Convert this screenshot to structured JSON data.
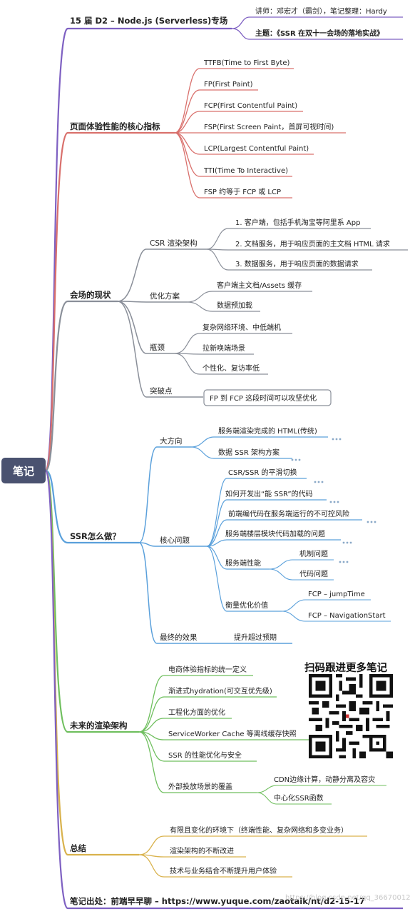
{
  "colors": {
    "root": "#4a5270",
    "header": "#7e60c2",
    "metrics": "#d9706c",
    "status": "#8a8f99",
    "ssr": "#5aa0db",
    "future": "#6fbf5e",
    "summary": "#d9b24c"
  },
  "root": {
    "label": "笔记"
  },
  "header": {
    "title": "15 届 D2 – Node.js (Serverless)专场",
    "speaker": "讲师：邓宏才（霸剑），笔记整理：Hardy",
    "topic": "主题：《SSR 在双十一会场的落地实战》"
  },
  "branches": {
    "metrics": {
      "label": "页面体验性能的核心指标",
      "items": [
        "TTFB(Time to First Byte)",
        "FP(First Paint)",
        "FCP(First Contentful Paint)",
        "FSP(First Screen Paint，首屏可视时间)",
        "LCP(Largest Contentful Paint)",
        "TTI(Time To Interactive)",
        "FSP 约等于 FCP 或 LCP"
      ]
    },
    "status": {
      "label": "会场的现状",
      "csr": {
        "label": "CSR 渲染架构",
        "items": [
          "1. 客户端，包括手机淘宝等阿里系 App",
          "2. 文档服务，用于响应页面的主文档 HTML 请求",
          "3. 数据服务，用于响应页面的数据请求"
        ]
      },
      "optimize": {
        "label": "优化方案",
        "items": [
          "客户端主文档/Assets 缓存",
          "数据预加载"
        ]
      },
      "bottleneck": {
        "label": "瓶颈",
        "items": [
          "复杂网络环境、中低端机",
          "拉新唤端场景",
          "个性化、复访率低"
        ]
      },
      "breakthrough": {
        "label": "突破点",
        "item": "FP 到 FCP 这段时间可以攻坚优化"
      }
    },
    "ssr": {
      "label": "SSR怎么做？",
      "direction": {
        "label": "大方向",
        "items": [
          "服务端渲染完成的 HTML(传统)",
          "数据 SSR 架构方案"
        ]
      },
      "core": {
        "label": "核心问题",
        "items": [
          "CSR/SSR 的平滑切换",
          "如何开发出“能 SSR”的代码",
          "前端编代码在服务端运行的不可控风险",
          "服务端楼层模块代码加载的问题"
        ],
        "perf": {
          "label": "服务端性能",
          "items": [
            "机制问题",
            "代码问题"
          ]
        },
        "measure": {
          "label": "衡量优化价值",
          "items": [
            "FCP – jumpTime",
            "FCP – NavigationStart"
          ]
        }
      },
      "effect": {
        "label": "最终的效果",
        "item": "提升超过预期"
      }
    },
    "future": {
      "label": "未来的渲染架构",
      "items": [
        "电商体验指标的统一定义",
        "渐进式hydration(可交互优先级)",
        "工程化方面的优化",
        "ServiceWorker Cache 等离线缓存快照",
        "SSR 的性能优化与安全"
      ],
      "scenes": {
        "label": "外部投放场景的覆盖",
        "items": [
          "CDN边缘计算，动静分离及容灾",
          "中心化SSR函数"
        ]
      }
    },
    "summary": {
      "label": "总结",
      "items": [
        "有限且变化的环境下（终端性能、复杂网络和多变业务）",
        "渲染架构的不断改进",
        "技术与业务结合不断提升用户体验"
      ]
    }
  },
  "footer": {
    "source": "笔记出处：前端早早聊 – https://www.yuque.com/zaotalk/nt/d2-15-17"
  },
  "qr": {
    "caption": "扫码跟进更多笔记"
  },
  "watermark": {
    "text": "https://blog.csdn.net/qq_36670012"
  }
}
